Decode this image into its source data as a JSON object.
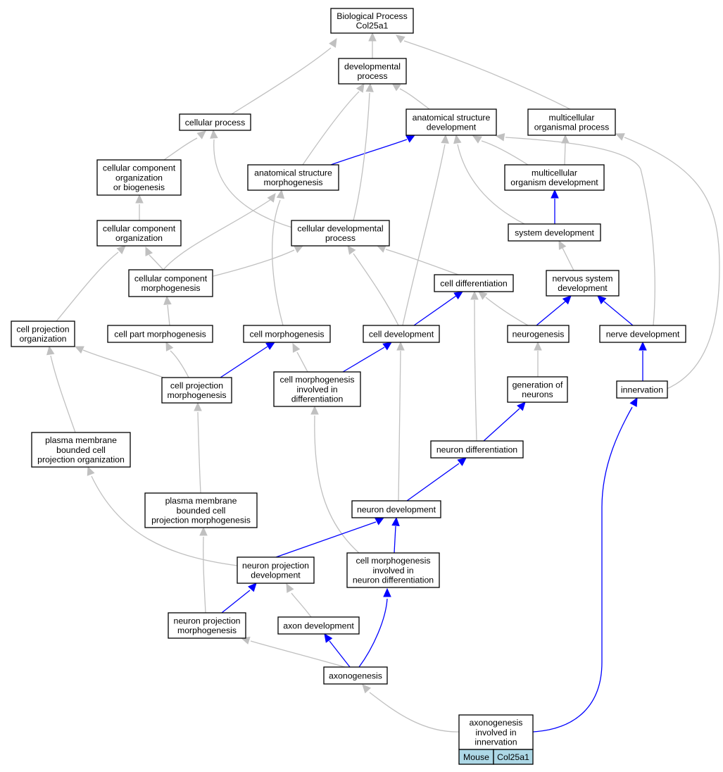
{
  "colors": {
    "is_a": "#c0c0c0",
    "part_of_regulates": "#0000ff",
    "tag_fill": "#add8e6"
  },
  "nodes": {
    "bp": [
      "Biological Process",
      "Col25a1"
    ],
    "devproc": [
      "developmental",
      "process"
    ],
    "cellproc": [
      "cellular process"
    ],
    "asd": [
      "anatomical structure",
      "development"
    ],
    "mop": [
      "multicellular",
      "organismal process"
    ],
    "ccob": [
      "cellular component",
      "organization",
      "or biogenesis"
    ],
    "asm": [
      "anatomical structure",
      "morphogenesis"
    ],
    "mod": [
      "multicellular",
      "organism development"
    ],
    "sysdev": [
      "system development"
    ],
    "cco": [
      "cellular component",
      "organization"
    ],
    "cdp": [
      "cellular developmental",
      "process"
    ],
    "ccm": [
      "cellular component",
      "morphogenesis"
    ],
    "celldiff": [
      "cell differentiation"
    ],
    "nsd": [
      "nervous system",
      "development"
    ],
    "cpo": [
      "cell projection",
      "organization"
    ],
    "cpm": [
      "cell part morphogenesis"
    ],
    "cellmorph": [
      "cell morphogenesis"
    ],
    "celldev": [
      "cell development"
    ],
    "neurogenesis": [
      "neurogenesis"
    ],
    "nervedev": [
      "nerve development"
    ],
    "cpmorph": [
      "cell projection",
      "morphogenesis"
    ],
    "cmid": [
      "cell morphogenesis",
      "involved in",
      "differentiation"
    ],
    "gon": [
      "generation of",
      "neurons"
    ],
    "innervation": [
      "innervation"
    ],
    "pmbcpo": [
      "plasma membrane",
      "bounded cell",
      "projection organization"
    ],
    "neurondiff": [
      "neuron differentiation"
    ],
    "pmbcpm": [
      "plasma membrane",
      "bounded cell",
      "projection morphogenesis"
    ],
    "neurondev": [
      "neuron development"
    ],
    "npd": [
      "neuron projection",
      "development"
    ],
    "cmind": [
      "cell morphogenesis",
      "involved in",
      "neuron differentiation"
    ],
    "npm": [
      "neuron projection",
      "morphogenesis"
    ],
    "axondev": [
      "axon development"
    ],
    "axonogenesis": [
      "axonogenesis"
    ],
    "aii": [
      "axonogenesis",
      "involved in",
      "innervation"
    ]
  },
  "tags": {
    "species": "Mouse",
    "gene": "Col25a1"
  }
}
